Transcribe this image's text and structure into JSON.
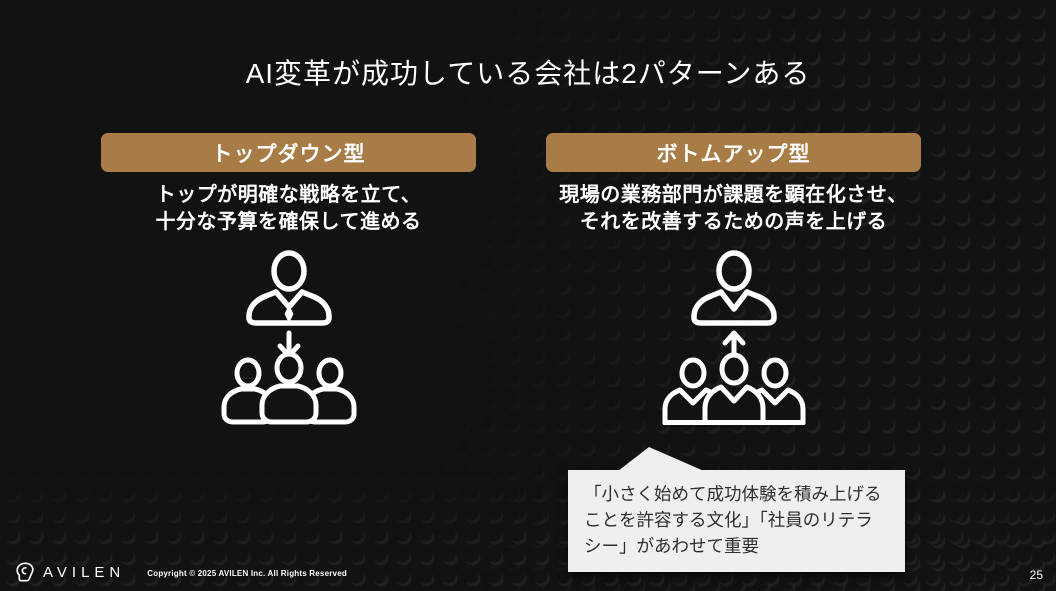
{
  "slide": {
    "title": "AI変革が成功している会社は2パターンある",
    "page_number": "25"
  },
  "columns": [
    {
      "id": "top-down",
      "header": "トップダウン型",
      "description_line1": "トップが明確な戦略を立て、",
      "description_line2": "十分な予算を確保して進める",
      "icon": "top-down-org-icon"
    },
    {
      "id": "bottom-up",
      "header": "ボトムアップ型",
      "description_line1": "現場の業務部門が課題を顕在化させ、",
      "description_line2": "それを改善するための声を上げる",
      "icon": "bottom-up-org-icon"
    }
  ],
  "callout": {
    "full_text": "「小さく始めて成功体験を積み上げることを許容する文化」「社員のリテラシー」があわせて重要",
    "lines": [
      "「小さく始めて成功体験を積み上げる",
      "ことを許容する文化」「社員のリテラ",
      "シー」があわせて重要"
    ]
  },
  "footer": {
    "logo_icon": "avilen-head-logo-icon",
    "logo_text": "AVILEN",
    "copyright": "Copyright © 2025 AVILEN Inc. All Rights Reserved"
  },
  "colors": {
    "background": "#121212",
    "header_box": "#a87c47",
    "text_primary": "#ffffff",
    "callout_background": "#efefef",
    "callout_text": "#2e2e2e"
  }
}
